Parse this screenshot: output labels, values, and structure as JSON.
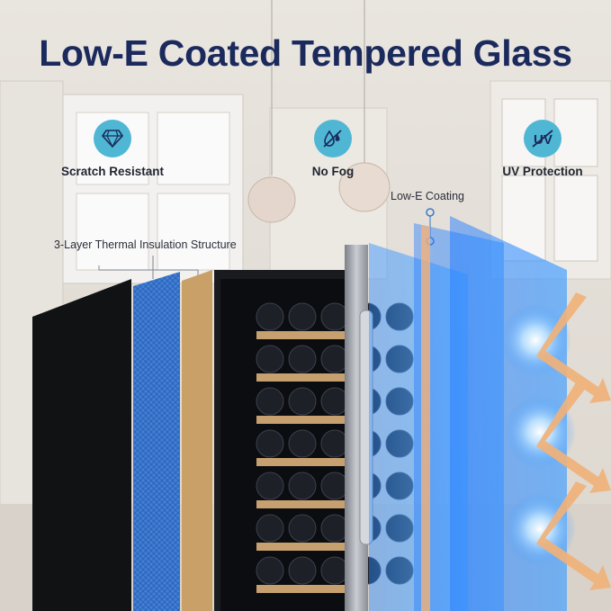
{
  "title": "Low-E Coated Tempered Glass",
  "features": [
    {
      "label": "Scratch Resistant",
      "icon": "diamond-icon"
    },
    {
      "label": "No Fog",
      "icon": "no-fog-icon"
    },
    {
      "label": "UV Protection",
      "icon": "uv-blocked-icon"
    }
  ],
  "callouts": {
    "low_e": "Low-E Coating",
    "insulation": "3-Layer Thermal Insulation Structure"
  },
  "colors": {
    "title": "#1b2a5c",
    "icon_circle": "#4fb7d4",
    "glass_blue": "#2f8cff",
    "arrow_orange": "#f0b27a",
    "copper_layer": "#c8a068",
    "foam_layer": "#3f7fd6"
  }
}
